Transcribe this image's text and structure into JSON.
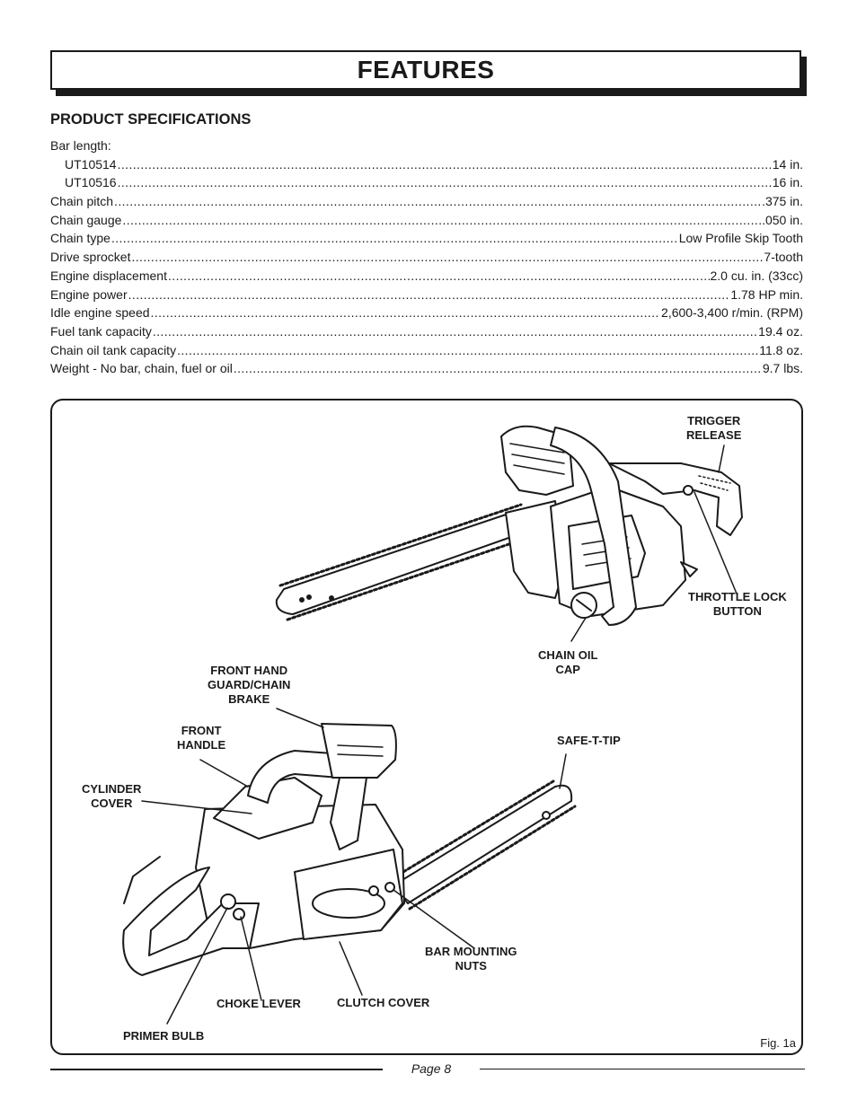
{
  "header": {
    "title": "FEATURES"
  },
  "specs": {
    "heading": "PRODUCT SPECIFICATIONS",
    "bar_length_label": "Bar length:",
    "rows": [
      {
        "label": "UT10514",
        "value": "14 in.",
        "indent": true
      },
      {
        "label": "UT10516",
        "value": "16 in.",
        "indent": true
      },
      {
        "label": "Chain pitch",
        "value": ".375 in."
      },
      {
        "label": "Chain gauge",
        "value": ".050 in."
      },
      {
        "label": "Chain type",
        "value": "Low Profile Skip Tooth"
      },
      {
        "label": "Drive sprocket",
        "value": "7-tooth"
      },
      {
        "label": "Engine displacement",
        "value": "2.0 cu. in. (33cc)"
      },
      {
        "label": "Engine power",
        "value": "1.78 HP min."
      },
      {
        "label": "Idle engine speed",
        "value": "2,600-3,400 r/min. (RPM)"
      },
      {
        "label": "Fuel tank capacity",
        "value": "19.4 oz."
      },
      {
        "label": "Chain oil tank capacity",
        "value": "11.8 oz."
      },
      {
        "label": "Weight - No bar, chain, fuel or oil",
        "value": "9.7 lbs."
      }
    ]
  },
  "figure": {
    "caption": "Fig. 1a",
    "callouts": {
      "trigger_release": "TRIGGER\nRELEASE",
      "throttle_lock_button": "THROTTLE LOCK\nBUTTON",
      "chain_oil_cap": "CHAIN OIL\nCAP",
      "front_hand_guard": "FRONT HAND\nGUARD/CHAIN\nBRAKE",
      "front_handle": "FRONT\nHANDLE",
      "safe_t_tip": "SAFE-T-TIP",
      "cylinder_cover": "CYLINDER\nCOVER",
      "bar_mounting_nuts": "BAR MOUNTING\nNUTS",
      "choke_lever": "CHOKE LEVER",
      "clutch_cover": "CLUTCH COVER",
      "primer_bulb": "PRIMER BULB"
    }
  },
  "footer": {
    "page": "Page 8"
  }
}
